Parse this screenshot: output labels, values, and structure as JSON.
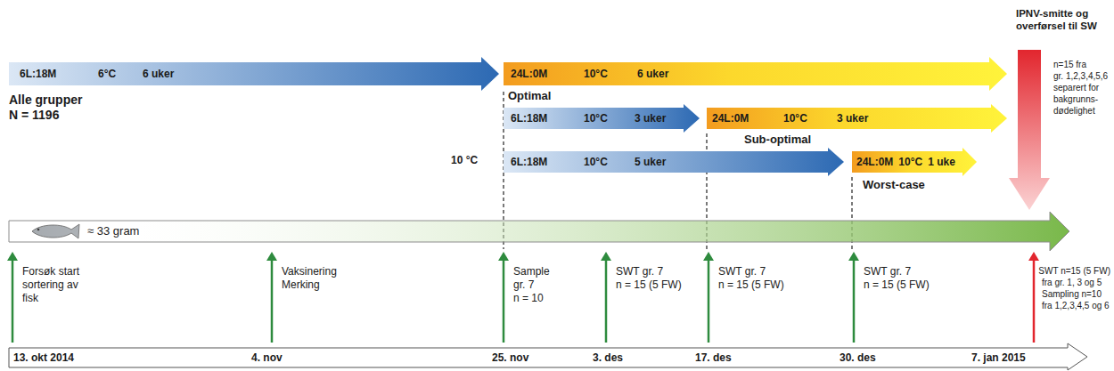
{
  "diagram": {
    "nodes": [
      {
        "text": [
          "6L:18M",
          "6°C",
          "6 uker"
        ]
      },
      {
        "text": [
          "24L:0M",
          "10°C",
          "6 uker"
        ]
      },
      {
        "text": [
          "6L:18M",
          "10°C",
          "3 uker"
        ]
      },
      {
        "text": [
          "24L:0M",
          "10°C",
          "3 uker"
        ]
      },
      {
        "text": [
          "6L:18M",
          "10°C",
          "5 uker"
        ]
      },
      {
        "text": [
          "24L:0M",
          "10°C",
          "1 uke"
        ]
      },
      {
        "text": [
          "≈ 33 gram"
        ]
      },
      {
        "text": [
          "13. okt 2014",
          "4. nov",
          "25. nov",
          "3. des",
          "17. des",
          "30. des",
          "7. jan 2015"
        ]
      }
    ],
    "labels": [
      "Alle grupper",
      "N = 1196",
      "Optimal",
      "10 °C",
      "Sub-optimal",
      "Worst-case",
      "IPNV-smitte og overførsel til SW",
      "n=15 fra",
      "gr. 1,2,3,4,5,6",
      "separert for",
      "bakgrunns-",
      "dødelighet",
      "Forsøk start",
      "sortering av",
      "fisk",
      "Vaksinering",
      "Merking",
      "Sample",
      "gr. 7",
      "n = 10",
      "SWT gr. 7",
      "n = 15 (5 FW)",
      "SWT gr. 7",
      "n = 15 (5 FW)",
      "SWT gr. 7",
      "n = 15 (5 FW)",
      "SWT n=15 (5 FW)",
      "fra gr. 1, 3 og 5",
      "Sampling n=10",
      "fra 1,2,3,4,5 og 6"
    ]
  }
}
